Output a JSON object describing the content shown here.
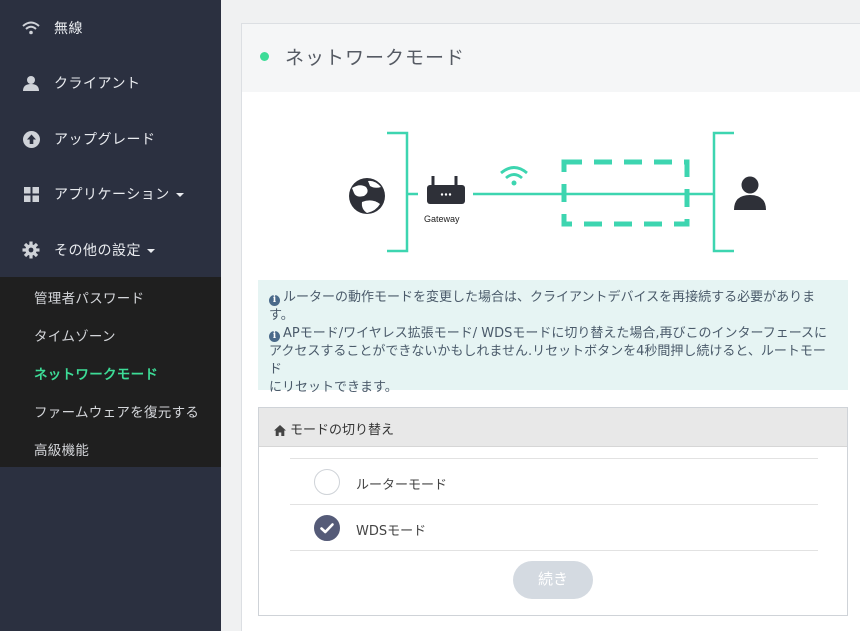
{
  "sidebar": {
    "items": [
      {
        "label": "無線",
        "icon": "wifi-icon"
      },
      {
        "label": "クライアント",
        "icon": "user-icon"
      },
      {
        "label": "アップグレード",
        "icon": "upload-icon"
      },
      {
        "label": "アプリケーション",
        "icon": "grid-icon"
      },
      {
        "label": "その他の設定",
        "icon": "gear-icon"
      }
    ],
    "submenu": [
      {
        "label": "管理者パスワード"
      },
      {
        "label": "タイムゾーン"
      },
      {
        "label": "ネットワークモード",
        "active": true
      },
      {
        "label": "ファームウェアを復元する"
      },
      {
        "label": "高級機能"
      }
    ]
  },
  "main": {
    "title": "ネットワークモード",
    "diagram": {
      "gateway_label": "Gateway"
    },
    "info": {
      "line1a": "ルーターの動作モードを変更した場合は、クライアントデバイスを再接続する必要がありま",
      "line1b": "す。",
      "line2a": "APモード/ワイヤレス拡張モード/ WDSモードに切り替えた場合,再びこのインターフェースに",
      "line2b": "アクセスすることができないかもしれません.リセットボタンを4秒間押し続けると、ルートモード",
      "line2c": "にリセットできます。"
    },
    "mode_switch": {
      "title": "モードの切り替え",
      "options": [
        {
          "label": "ルーターモード",
          "selected": false
        },
        {
          "label": "WDSモード",
          "selected": true
        }
      ],
      "continue_label": "続き"
    }
  },
  "colors": {
    "accent": "#3ddc97",
    "sidebar": "#2b3040",
    "submenu": "#1f1f1f",
    "info_bg": "#e6f4f3",
    "diagram_line": "#3dd5b0"
  }
}
